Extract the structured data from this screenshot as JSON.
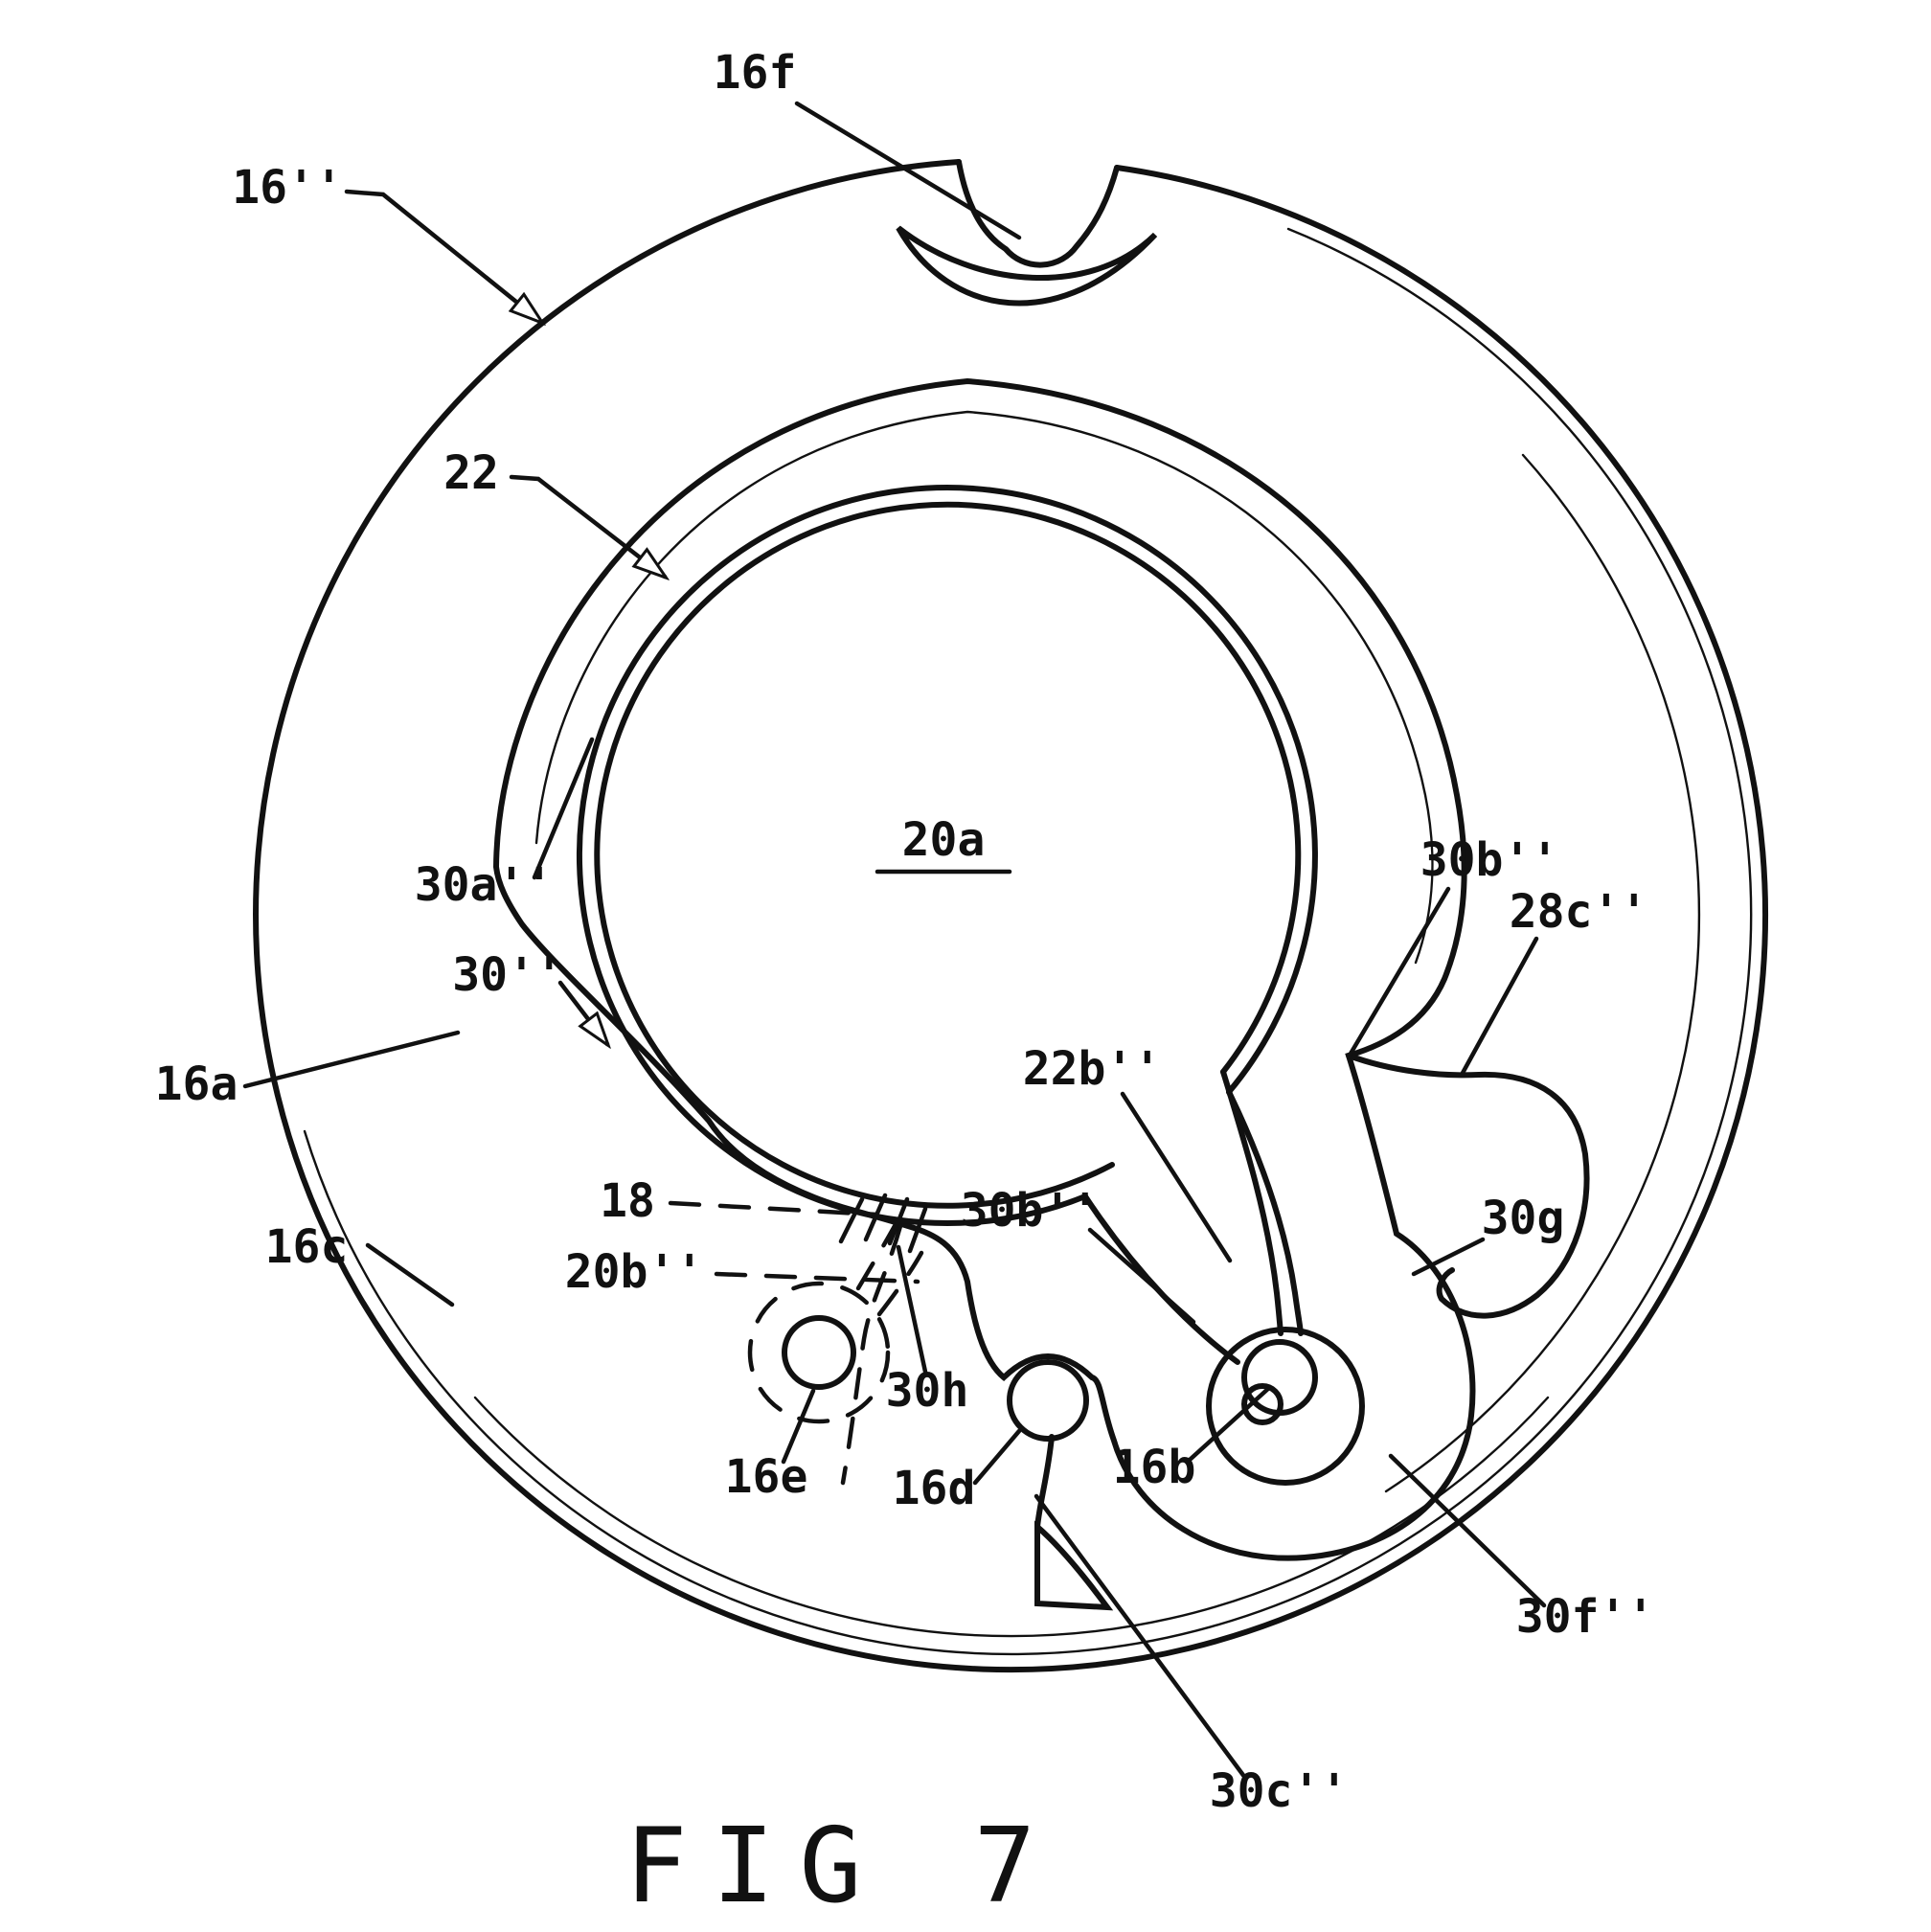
{
  "figure": {
    "caption": "FIG 7",
    "labels": [
      {
        "id": "16dprime",
        "text": "16''"
      },
      {
        "id": "16f",
        "text": "16f"
      },
      {
        "id": "22",
        "text": "22"
      },
      {
        "id": "20a",
        "text": "20a"
      },
      {
        "id": "30a",
        "text": "30a''"
      },
      {
        "id": "30",
        "text": "30''"
      },
      {
        "id": "18",
        "text": "18"
      },
      {
        "id": "20b",
        "text": "20b''"
      },
      {
        "id": "16a",
        "text": "16a"
      },
      {
        "id": "16c",
        "text": "16c"
      },
      {
        "id": "16e",
        "text": "16e"
      },
      {
        "id": "30h",
        "text": "30h"
      },
      {
        "id": "16d",
        "text": "16d"
      },
      {
        "id": "16b",
        "text": "16b"
      },
      {
        "id": "22b",
        "text": "22b''"
      },
      {
        "id": "30b_left",
        "text": "30b''"
      },
      {
        "id": "30b_right",
        "text": "30b''"
      },
      {
        "id": "28c",
        "text": "28c''"
      },
      {
        "id": "30g",
        "text": "30g"
      },
      {
        "id": "30f",
        "text": "30f''"
      },
      {
        "id": "30c",
        "text": "30c''"
      }
    ]
  }
}
